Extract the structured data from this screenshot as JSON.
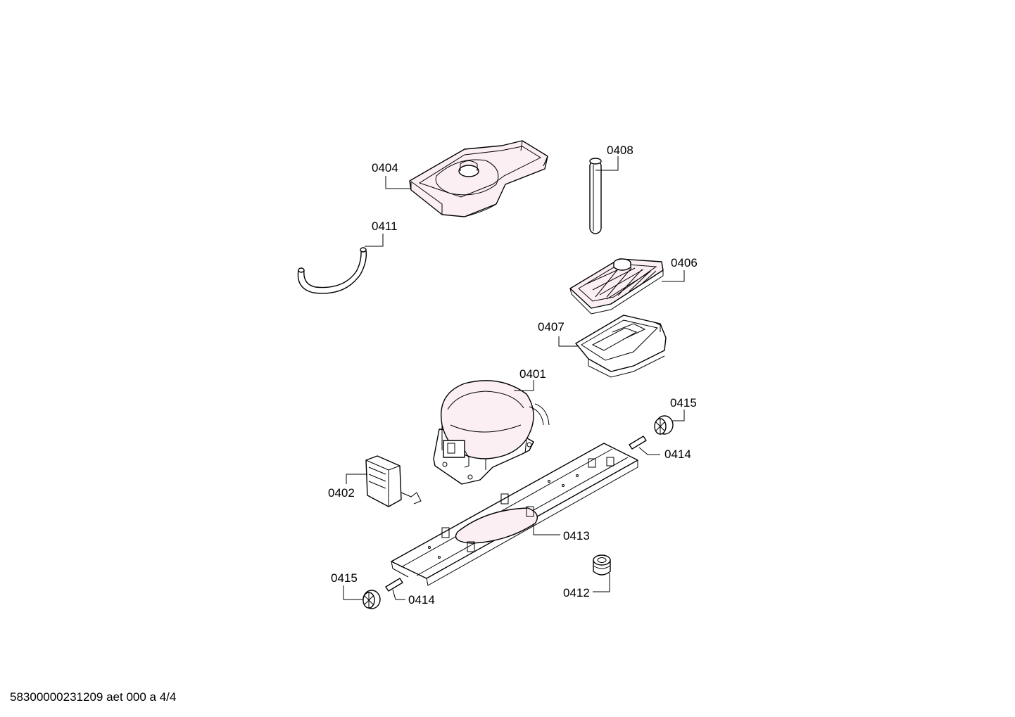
{
  "callouts": {
    "c0404": "0404",
    "c0408": "0408",
    "c0411": "0411",
    "c0406": "0406",
    "c0407": "0407",
    "c0401": "0401",
    "c0415a": "0415",
    "c0414a": "0414",
    "c0402": "0402",
    "c0413": "0413",
    "c0415b": "0415",
    "c0414b": "0414",
    "c0412": "0412"
  },
  "footer": {
    "text": "58300000231209 aet 000 a 4/4"
  }
}
